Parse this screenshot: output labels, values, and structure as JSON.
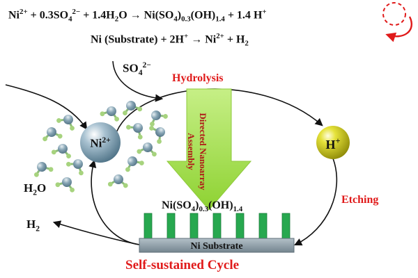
{
  "equations": {
    "eq1": {
      "parts": [
        {
          "t": "Ni"
        },
        {
          "t": "2+",
          "sup": true
        },
        {
          "t": " + 0.3SO"
        },
        {
          "t": "4",
          "sub": true
        },
        {
          "t": "2−",
          "sup": true
        },
        {
          "t": " + 1.4H"
        },
        {
          "t": "2",
          "sub": true
        },
        {
          "t": "O → Ni(SO"
        },
        {
          "t": "4",
          "sub": true
        },
        {
          "t": ")"
        },
        {
          "t": "0.3",
          "sub": true
        },
        {
          "t": "(OH)"
        },
        {
          "t": "1.4",
          "sub": true
        },
        {
          "t": " + 1.4 "
        },
        {
          "t": "H",
          "circled": true
        },
        {
          "t": "+",
          "sup": true,
          "circled": true
        }
      ]
    },
    "eq2": {
      "parts": [
        {
          "t": "Ni (Substrate) + 2H"
        },
        {
          "t": "+",
          "sup": true
        },
        {
          "t": " → Ni"
        },
        {
          "t": "2+",
          "sup": true
        },
        {
          "t": " + H"
        },
        {
          "t": "2",
          "sub": true
        }
      ]
    }
  },
  "labels": {
    "sulfate": {
      "base": "SO",
      "sub": "4",
      "sup": "2−"
    },
    "hydrolysis": "Hydrolysis",
    "etching": "Etching",
    "water": {
      "base": "H",
      "sub": "2",
      "tail": "O"
    },
    "hydrogen": {
      "base": "H",
      "sub": "2"
    },
    "ni_ion": {
      "base": "Ni",
      "sup": "2+"
    },
    "h_ion": {
      "base": "H",
      "sup": "+"
    },
    "product": {
      "parts": [
        {
          "t": "Ni(SO"
        },
        {
          "t": "4",
          "sub": true
        },
        {
          "t": ")"
        },
        {
          "t": "0.3",
          "sub": true
        },
        {
          "t": "(OH)"
        },
        {
          "t": "1.4",
          "sub": true
        }
      ]
    },
    "assembly_line1": "Directed Nanoarray",
    "assembly_line2": "Assembly",
    "substrate": "Ni Substrate",
    "cycle_title": "Self-sustained Cycle"
  },
  "colors": {
    "accent_red": "#e01a1a",
    "arrow_green": "#a8e04a",
    "nanorod_green": "#27a84f",
    "substrate_gray": "#8a9aa4",
    "ni_ball": "#7e9fb2",
    "h_ball": "#c6c312"
  },
  "nanorod_count": 7
}
